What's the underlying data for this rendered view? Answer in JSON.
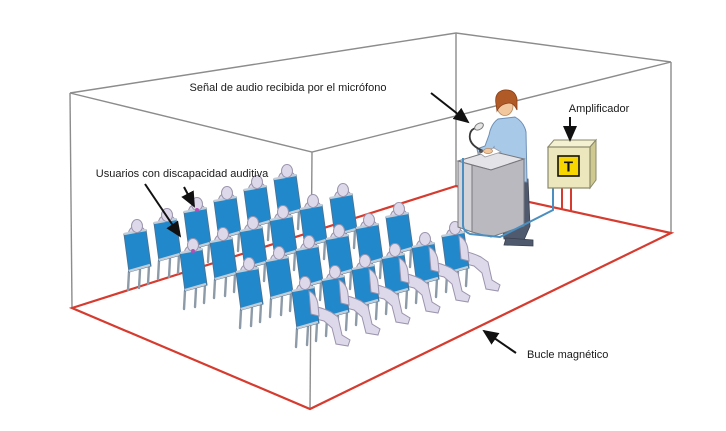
{
  "diagram": {
    "type": "induction-loop-system-room",
    "labels": {
      "mic_signal": "Señal de audio recibida por el micrófono",
      "amplifier": "Amplificador",
      "users": "Usuarios con discapacidad auditiva",
      "loop": "Bucle magnético"
    },
    "amplifier_badge": "T"
  },
  "audience": {
    "rows": 4,
    "seats_per_row": 6,
    "total_people": 24,
    "hearing_aid_seats": [
      {
        "row": 1,
        "seat": 0
      },
      {
        "row": 0,
        "seat": 2
      }
    ]
  },
  "colors": {
    "loop_wire": "#d63b2f",
    "mic_wire": "#4a8fc0",
    "chair": "#2189cb",
    "person": "#ded9ea",
    "person_outline": "#9b94ad",
    "amplifier_body": "#ece7bd",
    "amplifier_badge": "#f7d500",
    "hearing_aid_dot": "#b34fb3",
    "room_lines": "#8c8c8c",
    "label_text": "#1a1a1a"
  }
}
